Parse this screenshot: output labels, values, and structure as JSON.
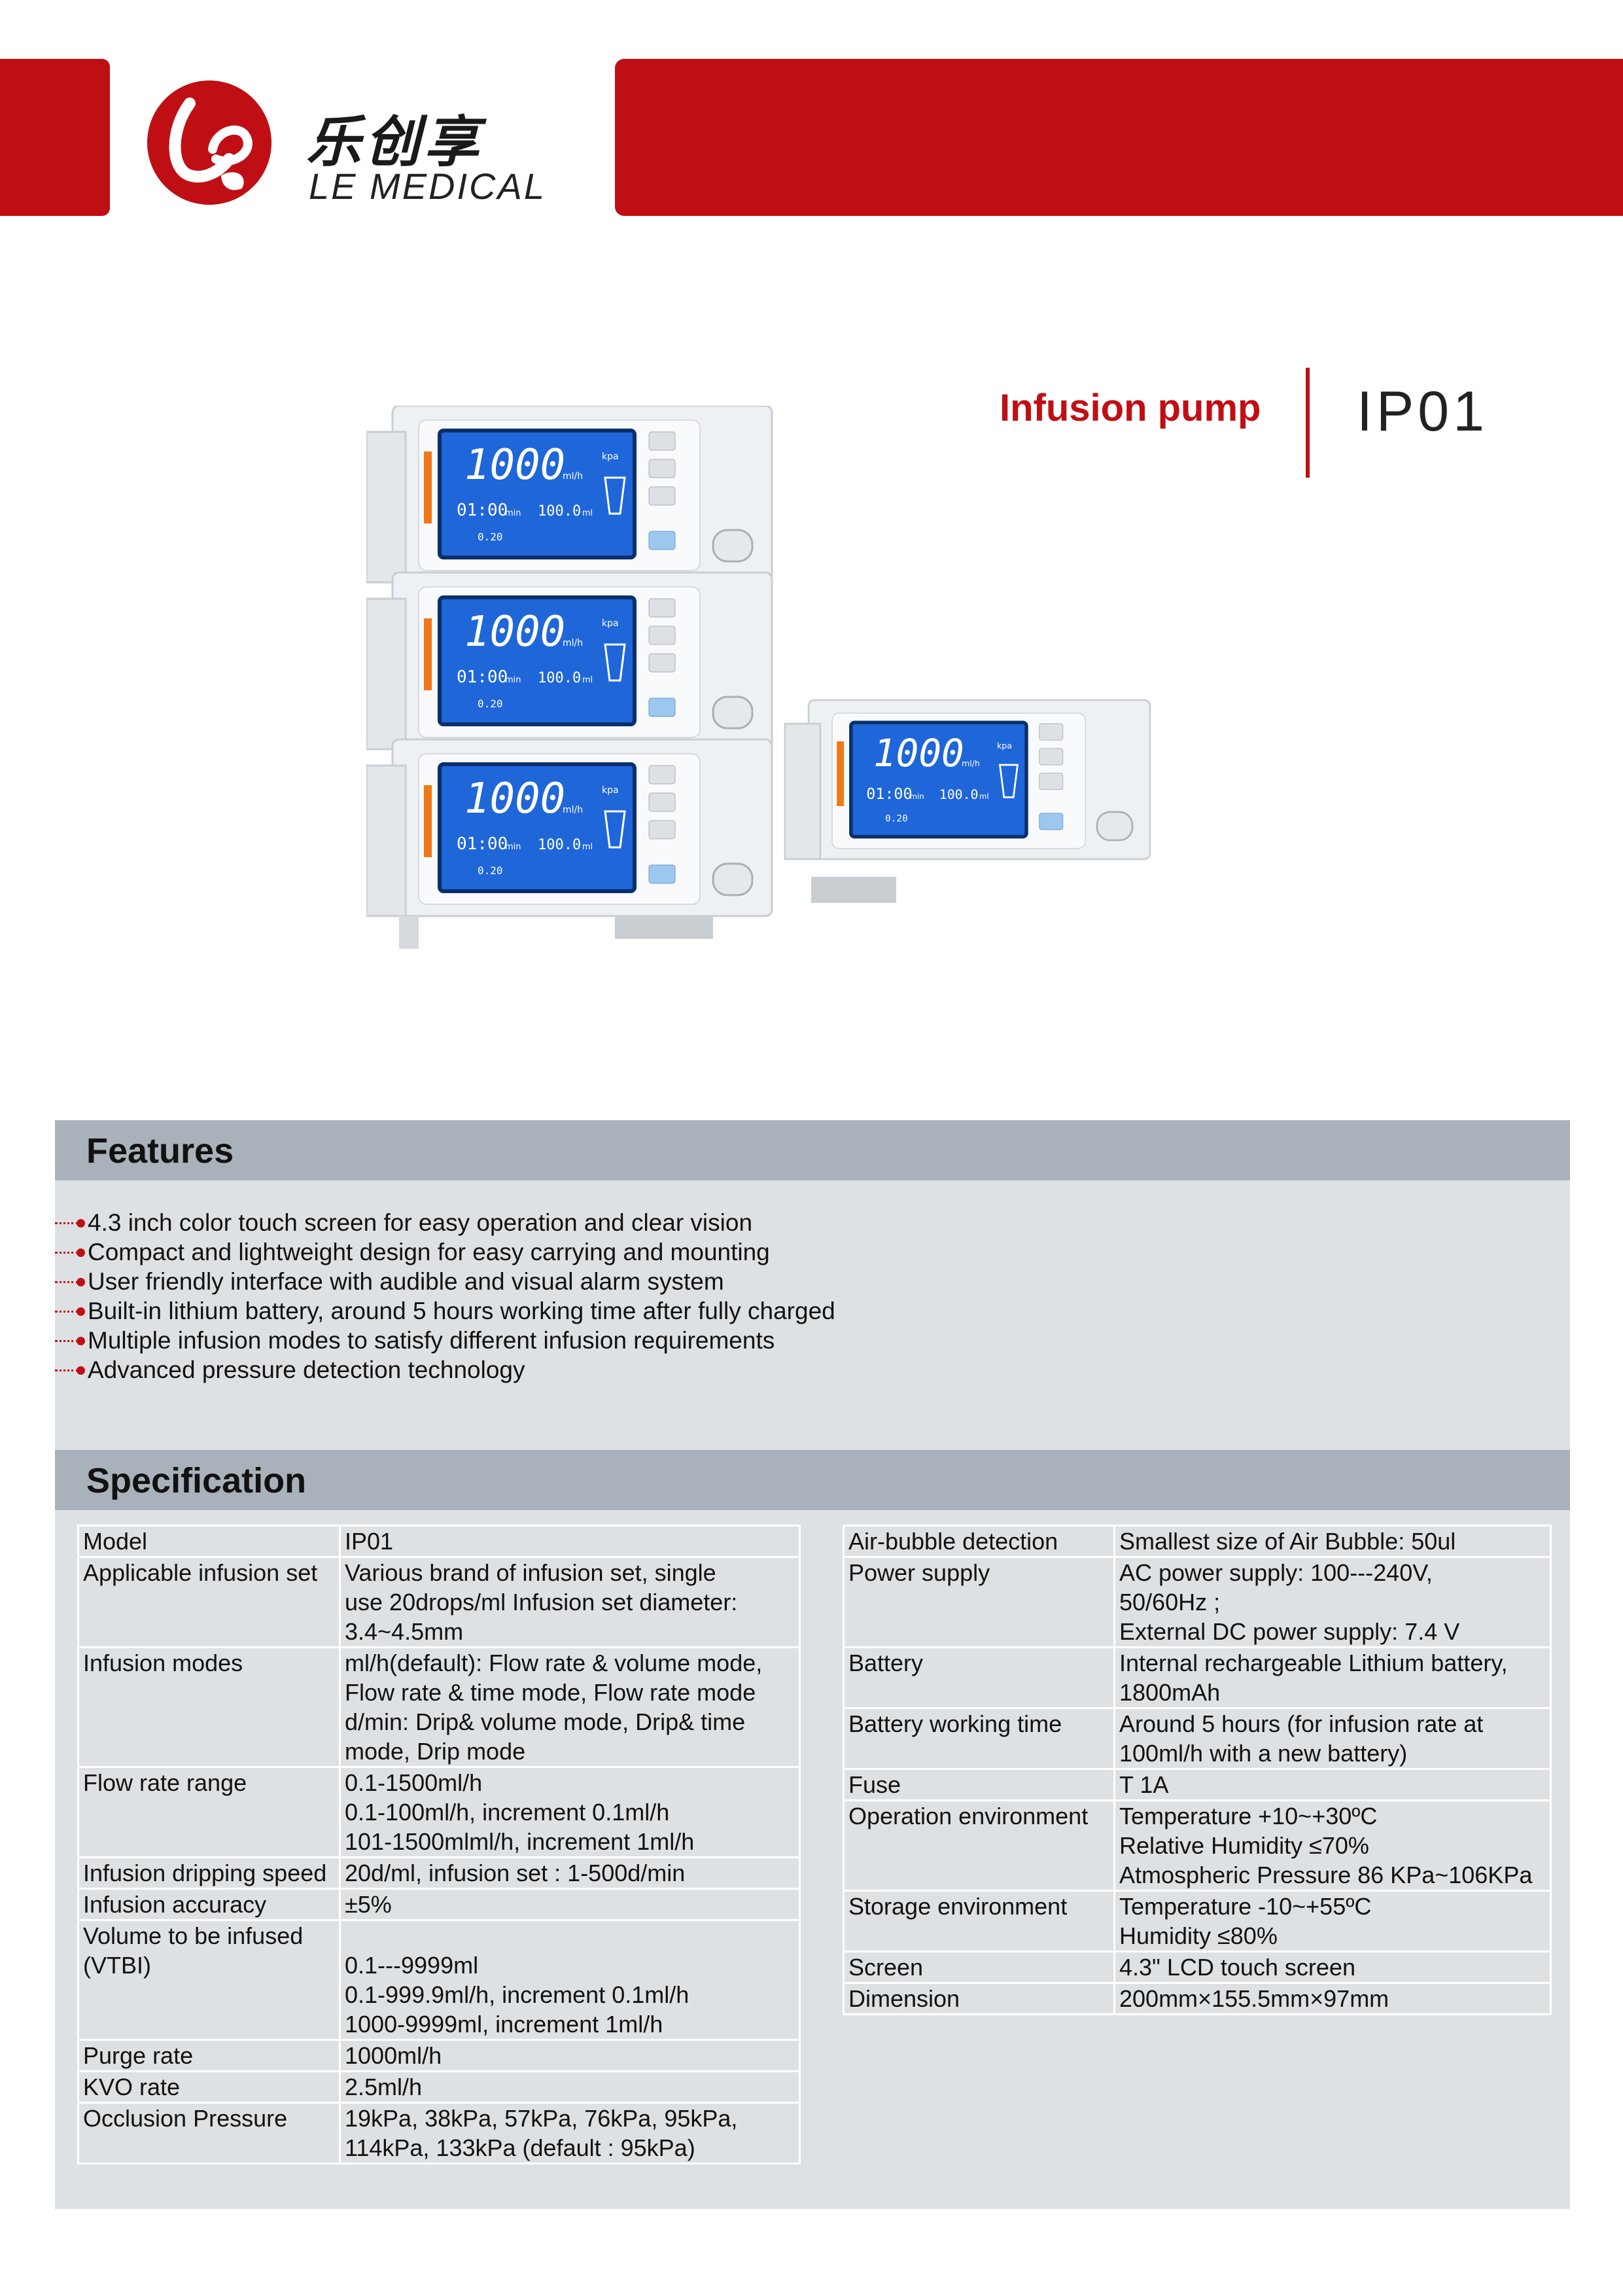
{
  "brand": {
    "name_cn": "乐创享",
    "name_en": "LE MEDICAL"
  },
  "product": {
    "name": "Infusion pump",
    "model": "IP01"
  },
  "device_display": {
    "rate": "1000",
    "rate_unit": "ml/h",
    "time": "01:00",
    "time_unit": "min",
    "volume": "100.0",
    "volume_unit": "ml",
    "pressure_unit": "kpa",
    "kvo": "0.20"
  },
  "colors": {
    "accent": "#c00f14",
    "panel": "#dee1e4",
    "section_head": "#a9b2ba",
    "lcd": "#1f66d9"
  },
  "features": {
    "title": "Features",
    "items": [
      "4.3 inch color touch screen for easy operation and clear vision",
      "Compact and lightweight design for easy carrying and mounting",
      "User friendly interface with audible and visual alarm system",
      "Built-in lithium battery, around 5 hours working time after fully charged",
      "Multiple infusion modes to satisfy different infusion requirements",
      "Advanced pressure detection technology"
    ]
  },
  "specification": {
    "title": "Specification",
    "left": [
      {
        "key": "Model",
        "value": "IP01"
      },
      {
        "key": "Applicable infusion set",
        "value": " Various brand of infusion set, single\n  use 20drops/ml Infusion set diameter:\n  3.4~4.5mm"
      },
      {
        "key": "Infusion modes",
        "value": "  ml/h(default): Flow rate & volume mode,\n  Flow rate & time mode, Flow rate mode\n  d/min: Drip& volume mode, Drip& time\n  mode, Drip mode"
      },
      {
        "key": "Flow rate range",
        "value": "  0.1-1500ml/h\n  0.1-100ml/h, increment 0.1ml/h\n101-1500mlml/h, increment 1ml/h"
      },
      {
        "key": "Infusion dripping speed",
        "value": " 20d/ml, infusion set : 1-500d/min"
      },
      {
        "key": "Infusion accuracy",
        "value": " ±5%"
      },
      {
        "key": "Volume to be infused\n (VTBI)",
        "value": "\n 0.1---9999ml\n0.1-999.9ml/h, increment 0.1ml/h\n1000-9999ml, increment 1ml/h"
      },
      {
        "key": "Purge rate",
        "value": "1000ml/h"
      },
      {
        "key": "KVO rate",
        "value": " 2.5ml/h"
      },
      {
        "key": "Occlusion Pressure",
        "value": "19kPa, 38kPa, 57kPa, 76kPa, 95kPa,\n114kPa, 133kPa (default : 95kPa)"
      }
    ],
    "right": [
      {
        "key": "Air-bubble detection",
        "value": "  Smallest size of Air Bubble: 50ul"
      },
      {
        "key": "Power supply",
        "value": " AC power supply: 100---240V,\n  50/60Hz ;\n  External DC power supply:   7.4 V"
      },
      {
        "key": "Battery",
        "value": " Internal rechargeable Lithium battery,\n 1800mAh"
      },
      {
        "key": "Battery working time",
        "value": " Around 5 hours (for infusion rate at\n 100ml/h with a new battery)"
      },
      {
        "key": "Fuse",
        "value": " T 1A"
      },
      {
        "key": "Operation environment",
        "value": " Temperature +10~+30ºC\n  Relative Humidity ≤70%\nAtmospheric Pressure 86 KPa~106KPa"
      },
      {
        "key": "Storage environment",
        "value": "Temperature -10~+55ºC\n Humidity  ≤80%"
      },
      {
        "key": "Screen",
        "value": " 4.3\" LCD touch screen"
      },
      {
        "key": "Dimension",
        "value": "200mm×155.5mm×97mm"
      }
    ]
  }
}
